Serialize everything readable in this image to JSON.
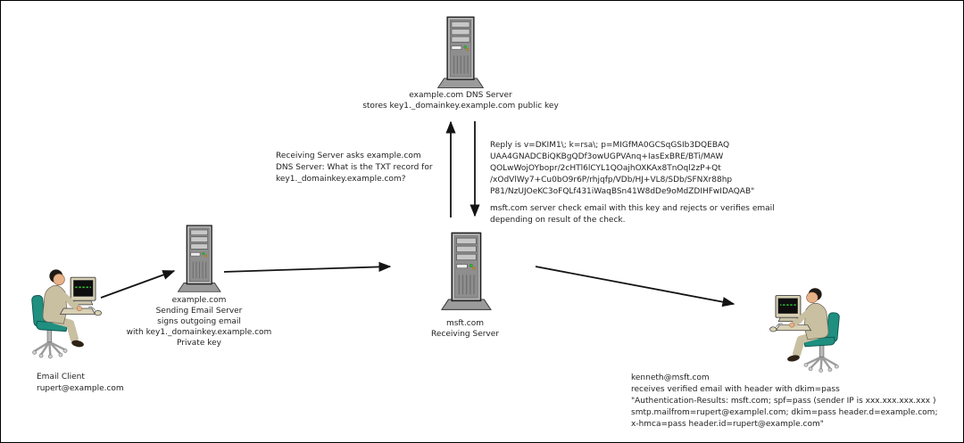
{
  "nodes": {
    "dns_server": {
      "icon": "server-tower",
      "label_lines": [
        "example.com DNS Server",
        "stores key1._domainkey.example.com public key"
      ]
    },
    "sending_server": {
      "icon": "server-tower",
      "label_lines": [
        "example.com",
        "Sending Email Server",
        "signs outgoing email",
        "with key1._domainkey.example.com",
        "Private key"
      ]
    },
    "receiving_server": {
      "icon": "server-tower",
      "label_lines": [
        "msft.com",
        "Receiving Server"
      ]
    },
    "email_client": {
      "icon": "person-at-computer",
      "label_lines": [
        "Email Client",
        "rupert@example.com"
      ]
    },
    "recipient": {
      "icon": "person-at-computer",
      "label_lines": [
        "kenneth@msft.com",
        "receives verified email with header with dkim=pass",
        "\"Authentication-Results: msft.com; spf=pass (sender IP is xxx.xxx.xxx.xxx )",
        "smtp.mailfrom=rupert@examplel.com; dkim=pass header.d=example.com;",
        "x-hmca=pass header.id=rupert@example.com\""
      ]
    }
  },
  "annotations": {
    "query": {
      "lines": [
        "Receiving Server asks example.com",
        "DNS Server: What is the TXT record for",
        "key1._domainkey.example.com?"
      ]
    },
    "reply": {
      "lines": [
        "Reply is v=DKIM1\\; k=rsa\\; p=MIGfMA0GCSqGSIb3DQEBAQ",
        "UAA4GNADCBiQKBgQDf3owUGPVAnq+IasExBRE/BTi/MAW",
        "QOLwWojOYbopr/2cHTl6lCYL1QOajhOXKAx8TnOql2zP+Qt",
        "/xOdVlWy7+Cu0bO9r6P/rhjqfp/VDb/HJ+VL8/SDb/SFNXr88hp",
        "P81/NzUJOeKC3oFQLf431iWaqBSn41W8dDe9oMdZDIHFwIDAQAB\""
      ]
    },
    "check": {
      "lines": [
        "msft.com server check email with this key and rejects or verifies email",
        "depending on result of the check."
      ]
    }
  },
  "colors": {
    "background": "#ffffff",
    "border": "#000000",
    "text": "#1f1f1f",
    "arrow": "#141414",
    "server_body": "#b4b4b4",
    "server_panel": "#8e8e8e",
    "led_green": "#2eb82e",
    "led_amber": "#d29000",
    "suit_khaki": "#c9c0a2",
    "chair_teal": "#1f8f80",
    "monitor_beige": "#d8d1b5",
    "screen_black": "#0e0e0e",
    "screen_green": "#35c235",
    "skin": "#e6b288"
  }
}
